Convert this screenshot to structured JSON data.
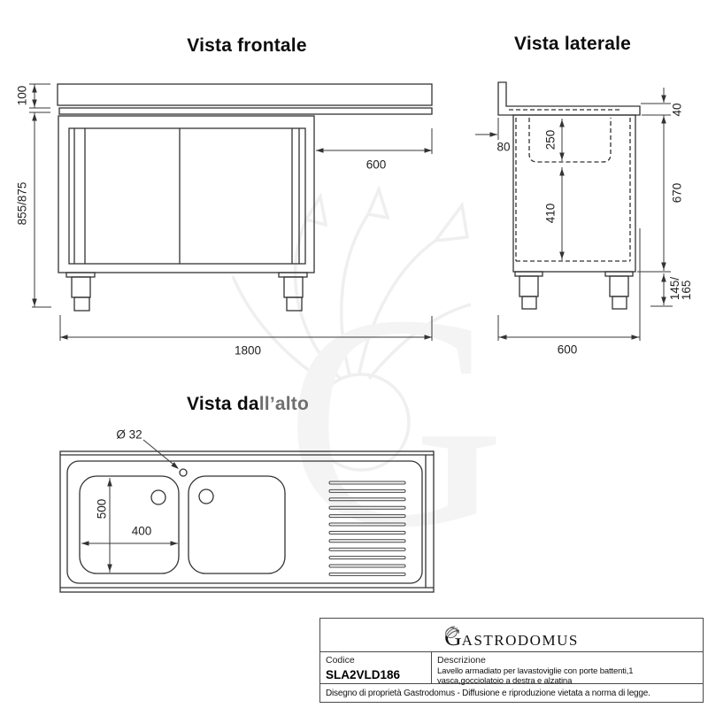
{
  "titles": {
    "front_view": "Vista frontale",
    "side_view": "Vista laterale",
    "top_view_part1": "Vista da",
    "top_view_part2": "ll’alto"
  },
  "dimensions": {
    "front": {
      "top_height": "100",
      "total_height": "855/875",
      "open_width": "600",
      "total_width": "1800"
    },
    "side": {
      "overhang": "80",
      "basin_depth": "250",
      "under_basin": "410",
      "top_thickness": "40",
      "body_height": "670",
      "leg_height_line1": "145/",
      "leg_height_line2": "165",
      "depth": "600"
    },
    "top": {
      "drain_diameter": "Ø 32",
      "basin_width": "500",
      "basin_length": "400"
    }
  },
  "watermark": {
    "letter": "G"
  },
  "title_block": {
    "brand_initial": "G",
    "brand_rest": "ASTRODOMUS",
    "code_label": "Codice",
    "code_value": "SLA2VLD186",
    "description_label": "Descrizione",
    "description_text": "Lavello armadiato per lavastoviglie con porte battenti,1 vasca,gocciolatoio a destra e alzatina",
    "footer": "Disegno di proprietà Gastrodomus - Diffusione e riproduzione vietata a norma di legge."
  },
  "colors": {
    "line": "#333333",
    "dim_text": "#222222",
    "watermark_fill": "#ececec",
    "watermark_stroke": "#e2e2e2"
  }
}
